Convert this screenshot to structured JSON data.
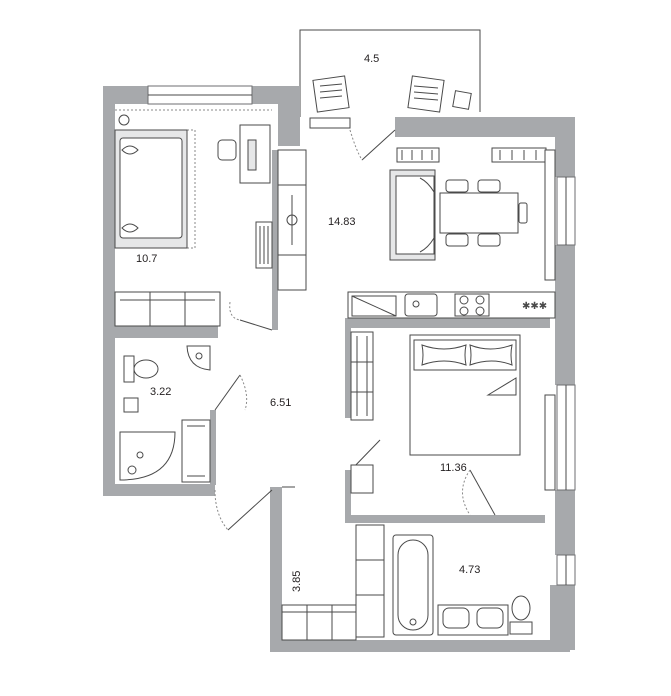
{
  "rooms": [
    {
      "id": "balcony",
      "area": "4.5"
    },
    {
      "id": "kitchen-living",
      "area": "14.83"
    },
    {
      "id": "bedroom-left",
      "area": "10.7"
    },
    {
      "id": "bathroom-small",
      "area": "3.22"
    },
    {
      "id": "hallway",
      "area": "6.51"
    },
    {
      "id": "bedroom-right",
      "area": "11.36"
    },
    {
      "id": "corridor",
      "area": "3.85"
    },
    {
      "id": "bathroom-large",
      "area": "4.73"
    }
  ],
  "colors": {
    "wall": "#a7a9ac",
    "line": "#4a4a4a",
    "furniture_fill": "#e6e7e8"
  }
}
